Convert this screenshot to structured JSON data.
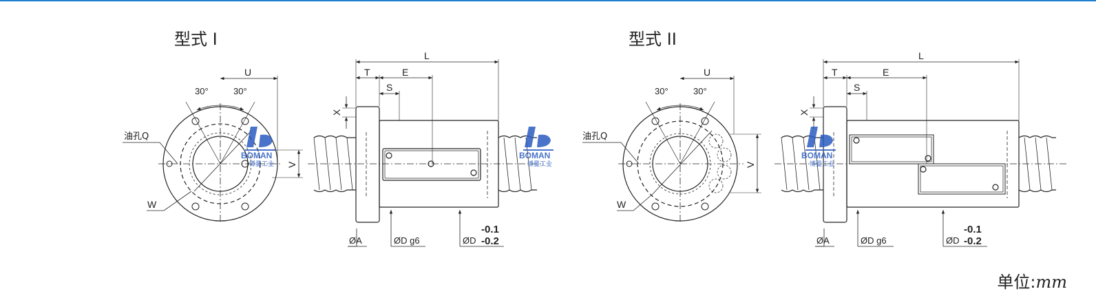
{
  "diagrams": [
    {
      "title": "型式 I",
      "labels": {
        "L": "L",
        "T": "T",
        "E": "E",
        "S": "S",
        "U": "U",
        "V": "V",
        "X": "X",
        "W": "W",
        "angle1": "30°",
        "angle2": "30°",
        "oil_hole": "油孔Q",
        "dia_a": "ØA",
        "dia_d_g6": "ØD g6",
        "dia_d": "ØD",
        "tol_upper": "-0.1",
        "tol_lower": "-0.2"
      }
    },
    {
      "title": "型式 II",
      "labels": {
        "L": "L",
        "T": "T",
        "E": "E",
        "S": "S",
        "U": "U",
        "V": "V",
        "X": "X",
        "W": "W",
        "angle1": "30°",
        "angle2": "30°",
        "oil_hole": "油孔Q",
        "dia_a": "ØA",
        "dia_d_g6": "ØD g6",
        "dia_d": "ØD",
        "tol_upper": "-0.1",
        "tol_lower": "-0.2"
      }
    }
  ],
  "watermark": {
    "brand": "BOMAN",
    "sub": "博曼工业"
  },
  "unit": {
    "prefix": "单位:",
    "value": "mm"
  },
  "colors": {
    "accent": "#1e7fd0",
    "line": "#222222",
    "brand": "#2a5cc0"
  }
}
